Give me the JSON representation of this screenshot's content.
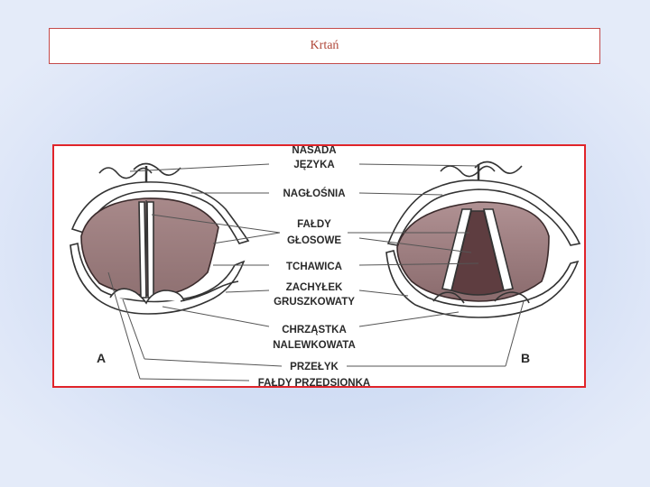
{
  "slide": {
    "title": "Krtań"
  },
  "diagram": {
    "labels": {
      "nasada_line1": "NASADA",
      "nasada_line2": "JĘZYKA",
      "naglosnia": "NAGŁOŚNIA",
      "faldy_glosowe_line1": "FAŁDY",
      "faldy_glosowe_line2": "GŁOSOWE",
      "tchawica": "TCHAWICA",
      "zachylek_line1": "ZACHYŁEK",
      "zachylek_line2": "GRUSZKOWATY",
      "chrzastka_line1": "CHRZĄSTKA",
      "chrzastka_line2": "NALEWKOWATA",
      "przelyk": "PRZEŁYK",
      "faldy_przedsionka": "FAŁDY PRZEDSIONKA",
      "panel_a": "A",
      "panel_b": "B"
    },
    "colors": {
      "mucosa": "#9c7f80",
      "mucosa_dark": "#6b4a4c",
      "frame_red": "#e0242a",
      "title_red": "#b0483a"
    }
  }
}
